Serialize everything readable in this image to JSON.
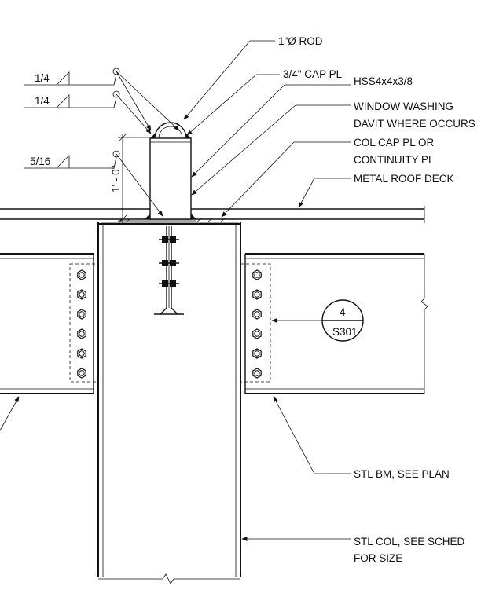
{
  "labels": {
    "rod": "1\"Ø ROD",
    "cap_pl": "3/4\" CAP PL",
    "hss": "HSS4x4x3/8",
    "davit_1": "WINDOW WASHING",
    "davit_2": "DAVIT WHERE OCCURS",
    "col_cap_1": "COL CAP PL OR",
    "col_cap_2": "CONTINUITY PL",
    "roof_deck": "METAL ROOF DECK",
    "stl_bm": "STL BM, SEE PLAN",
    "stl_col_1": "STL COL, SEE SCHED",
    "stl_col_2": "FOR SIZE"
  },
  "welds": {
    "weld_1": "1/4",
    "weld_2": "1/4",
    "weld_3": "5/16"
  },
  "dimension": {
    "height": "1' - 0\""
  },
  "section_callout": {
    "number": "4",
    "sheet": "S301"
  }
}
